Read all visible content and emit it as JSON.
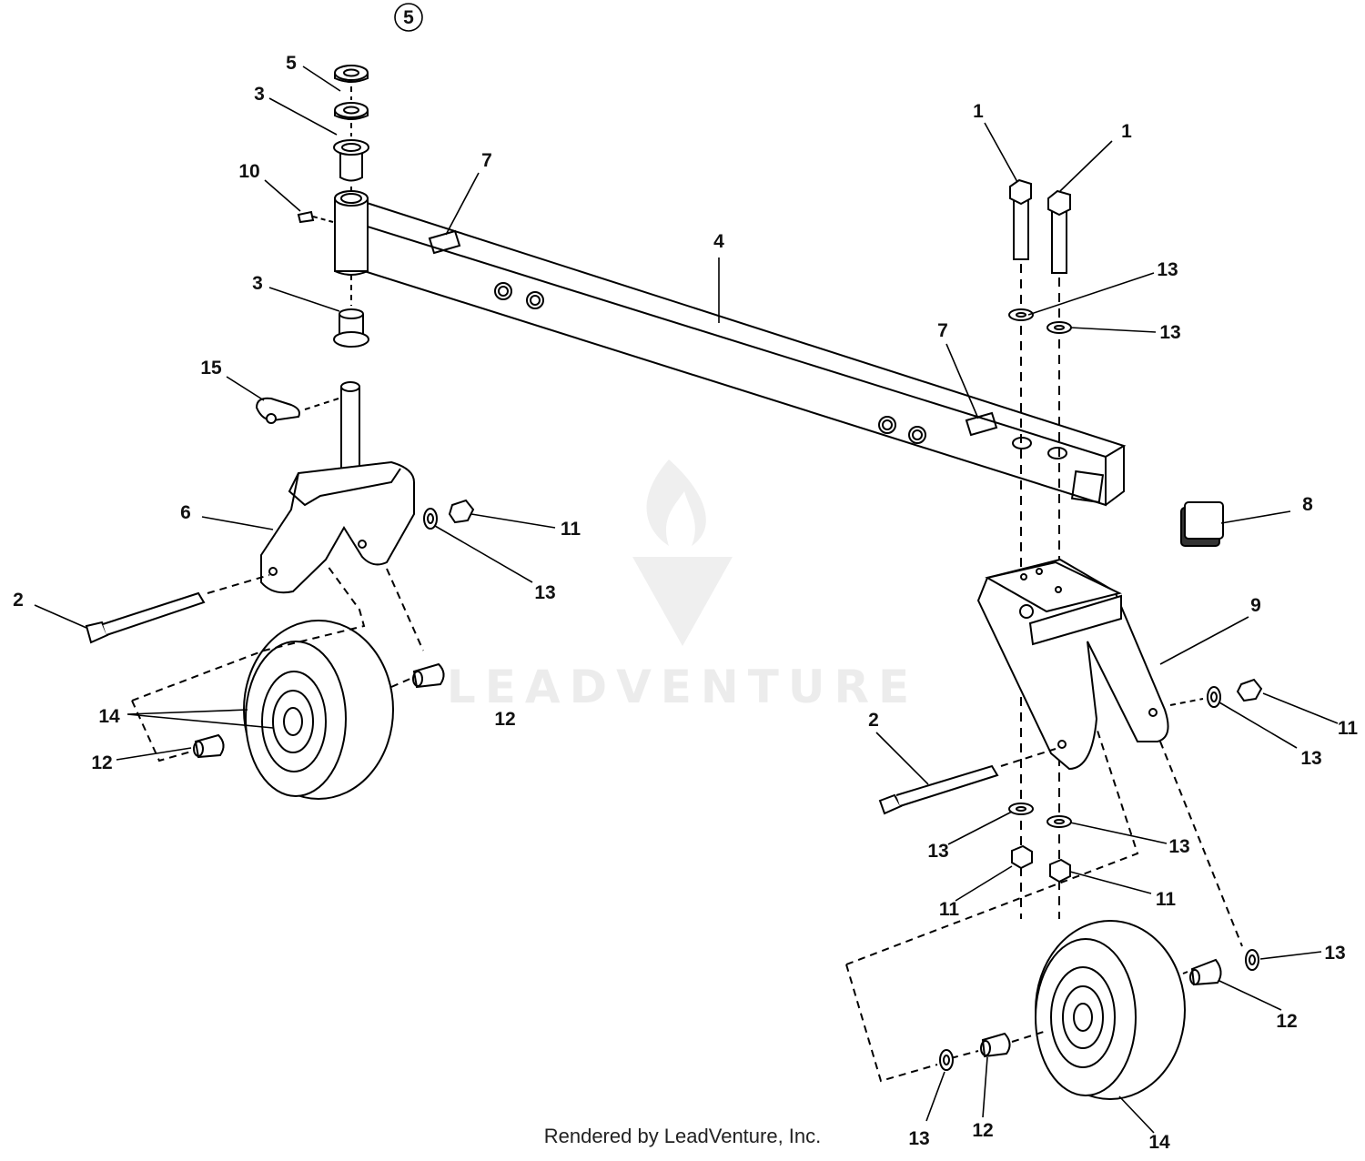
{
  "footer": "Rendered by LeadVenture, Inc.",
  "watermark": "LEADVENTURE",
  "callouts": {
    "c5_circled": "5",
    "c5": "5",
    "c3_top": "3",
    "c10": "10",
    "c7_left": "7",
    "c4": "4",
    "c3_low": "3",
    "c15": "15",
    "c6": "6",
    "c11_left": "11",
    "c13_left": "13",
    "c2_left": "2",
    "c14_left": "14",
    "c12_left_a": "12",
    "c12_left_b": "12",
    "c1_a": "1",
    "c1_b": "1",
    "c13_top_a": "13",
    "c13_top_b": "13",
    "c7_right": "7",
    "c8": "8",
    "c9": "9",
    "c11_r1": "11",
    "c13_r1": "13",
    "c2_right": "2",
    "c13_r2": "13",
    "c13_r3": "13",
    "c11_r2": "11",
    "c11_r3": "11",
    "c13_r4": "13",
    "c12_r1": "12",
    "c13_r5": "13",
    "c12_r2": "12",
    "c14_right": "14"
  }
}
